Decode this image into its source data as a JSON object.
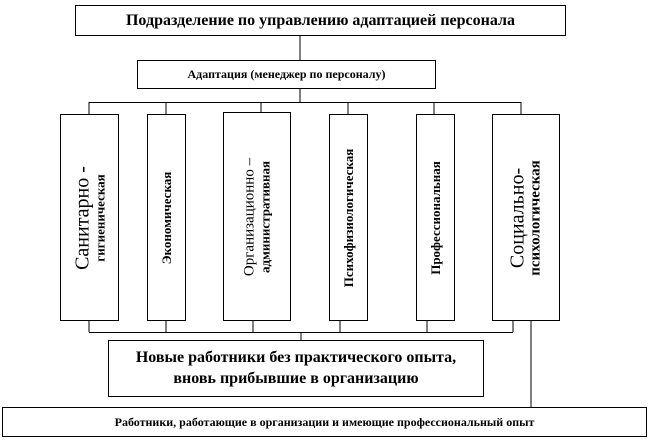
{
  "top_box": "Подразделение по управлению адаптацией персонала",
  "manager_box": "Адаптация (менеджер по персоналу)",
  "types": [
    {
      "line1": "Санитарно -",
      "line2": "гигиеническая"
    },
    {
      "line1": "Экономическая",
      "line2": ""
    },
    {
      "line1": "Организационно –",
      "line2": "административная"
    },
    {
      "line1": "Психофизиологическая",
      "line2": ""
    },
    {
      "line1": "Профессиональная",
      "line2": ""
    },
    {
      "line1": "Социально-",
      "line2": "психологическая"
    }
  ],
  "new_workers": {
    "line1": "Новые работники без практического опыта,",
    "line2": "вновь прибывшие в организацию"
  },
  "experienced_workers": "Работники, работающие в организации и имеющие профессиональный опыт"
}
